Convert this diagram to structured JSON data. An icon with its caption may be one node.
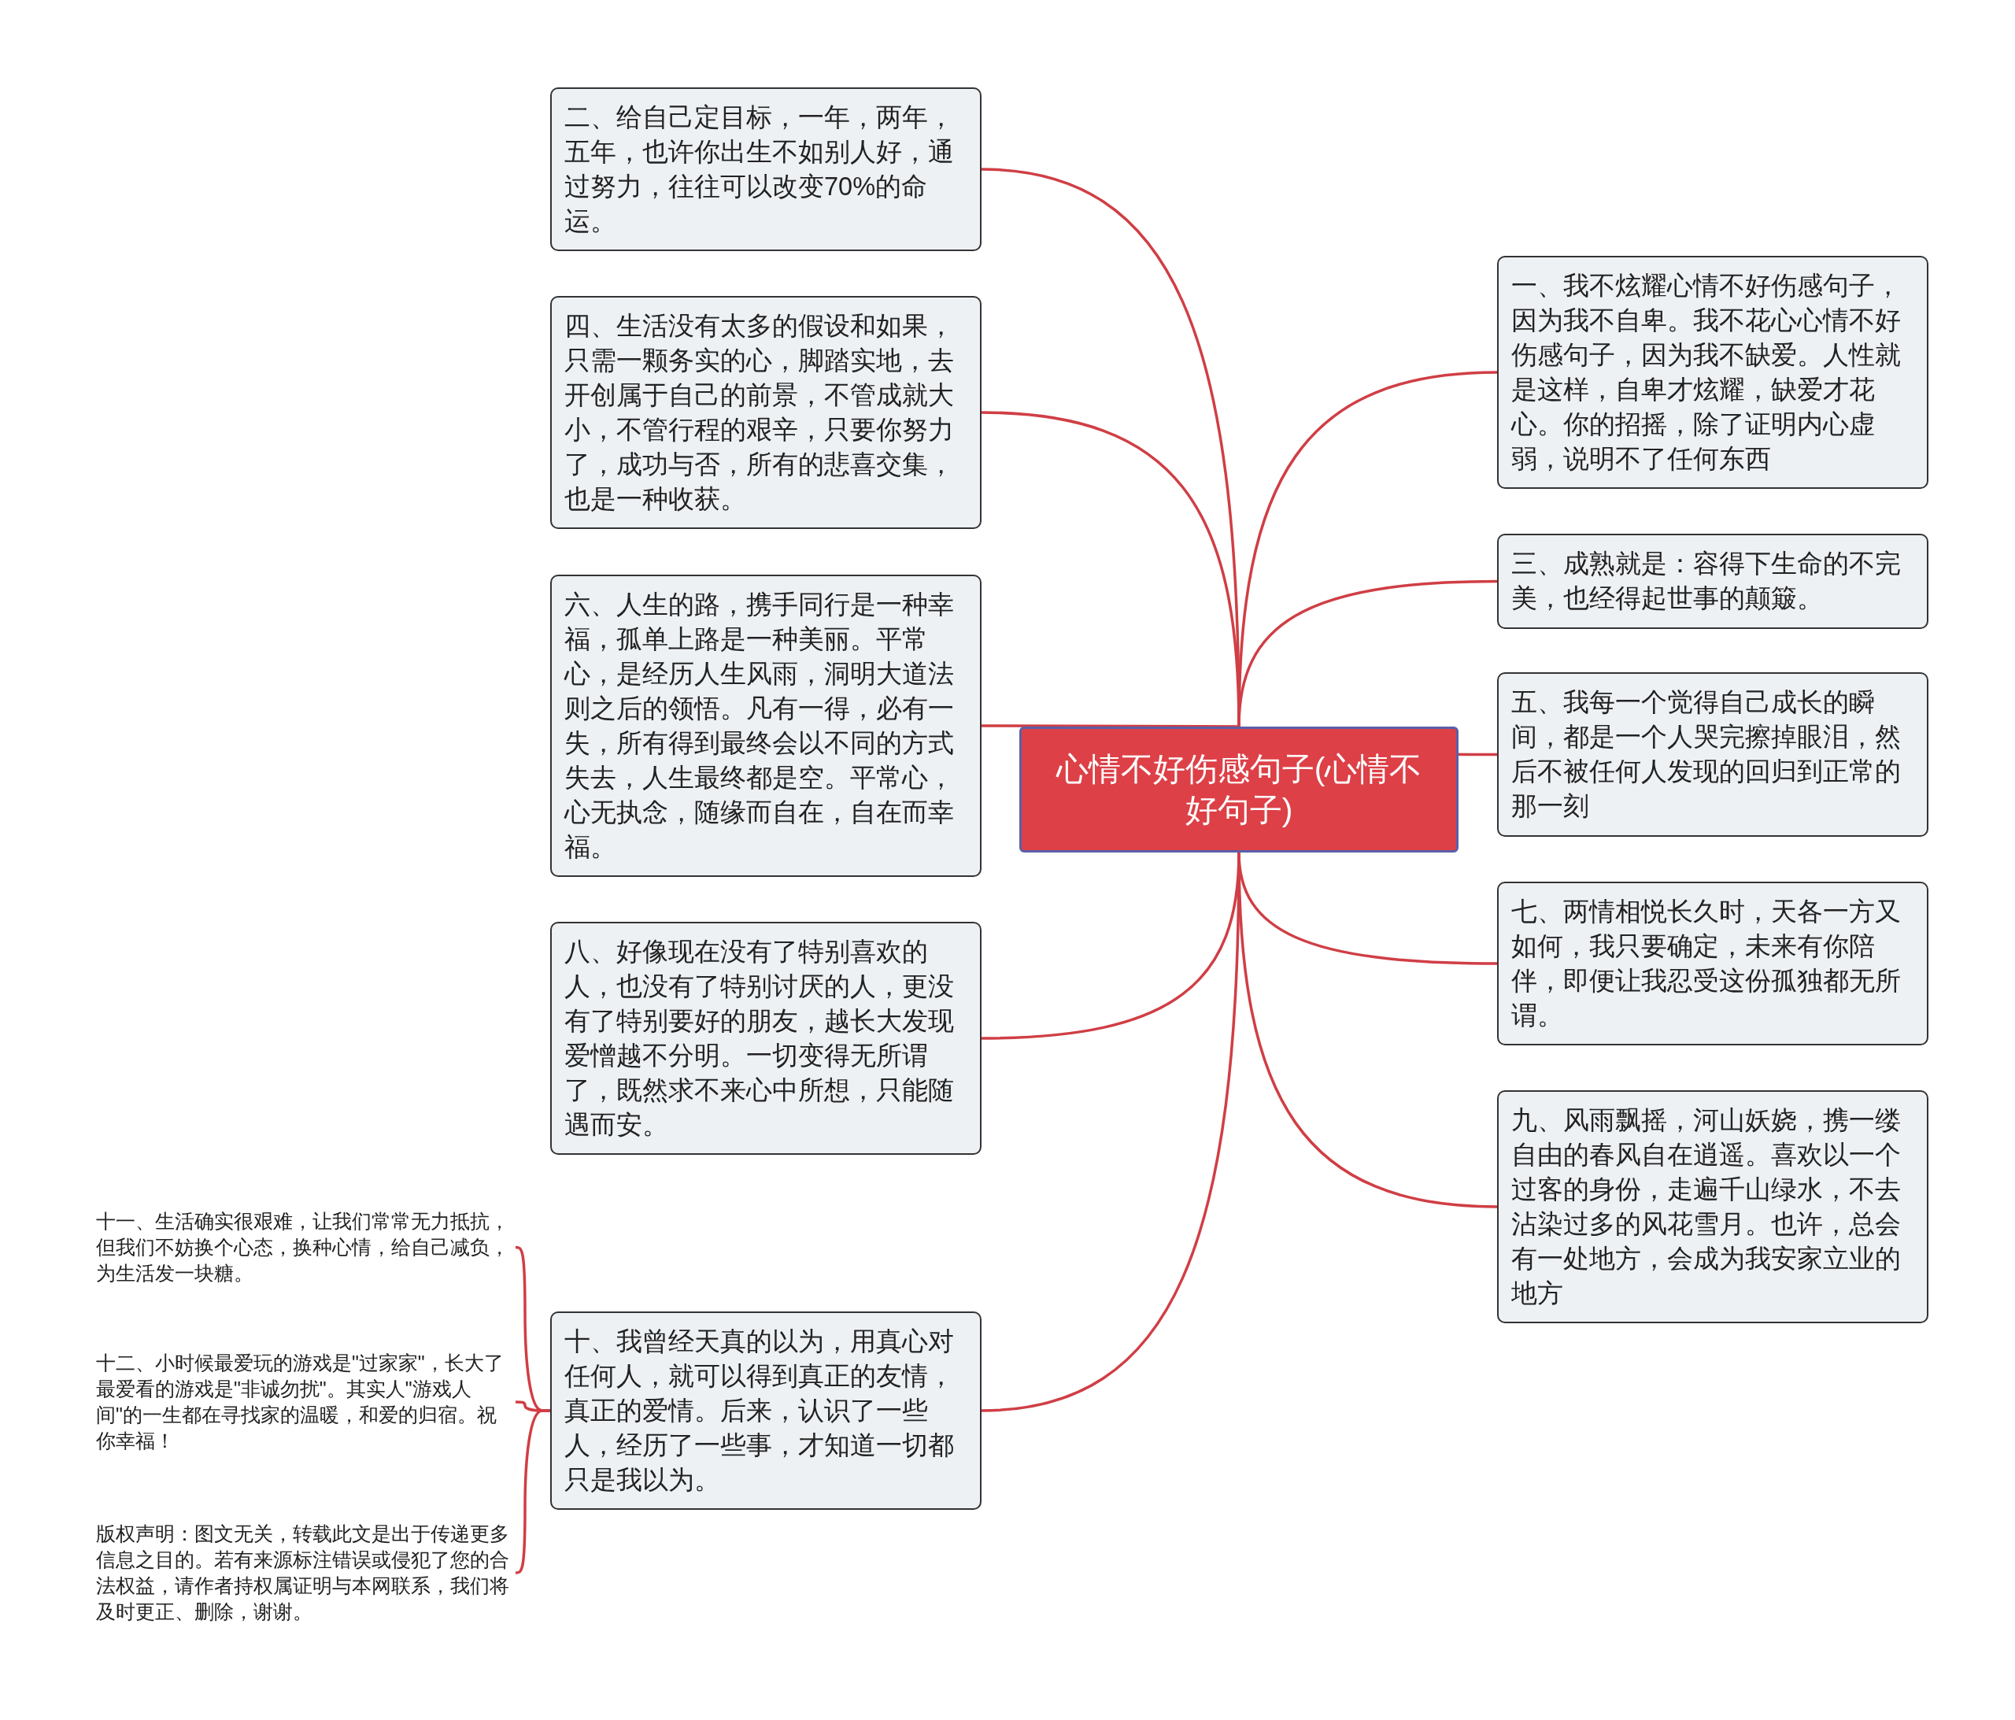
{
  "diagram": {
    "nodes": [
      {
        "text": [
          "心情不好伤感句子(心情不好句子)"
        ]
      },
      {
        "text": [
          "一、我不炫耀心情不好伤感句子，因为我不自卑。我不花心心情不好伤感句子，因为我不缺爱。人性就是这样，自卑才炫耀，缺爱才花心。你的招摇，除了证明内心虚弱，说明不了任何东西"
        ]
      },
      {
        "text": [
          "二、给自己定目标，一年，两年，五年，也许你出生不如别人好，通过努力，往往可以改变70%的命运。"
        ]
      },
      {
        "text": [
          "三、成熟就是：容得下生命的不完美，也经得起世事的颠簸。"
        ]
      },
      {
        "text": [
          "四、生活没有太多的假设和如果，只需一颗务实的心，脚踏实地，去开创属于自己的前景，不管成就大小，不管行程的艰辛，只要你努力了，成功与否，所有的悲喜交集，也是一种收获。"
        ]
      },
      {
        "text": [
          "五、我每一个觉得自己成长的瞬间，都是一个人哭完擦掉眼泪，然后不被任何人发现的回归到正常的那一刻"
        ]
      },
      {
        "text": [
          "六、人生的路，携手同行是一种幸福，孤单上路是一种美丽。平常心，是经历人生风雨，洞明大道法则之后的领悟。凡有一得，必有一失，所有得到最终会以不同的方式失去，人生最终都是空。平常心，心无执念，随缘而自在，自在而幸福。"
        ]
      },
      {
        "text": [
          "七、两情相悦长久时，天各一方又如何，我只要确定，未来有你陪伴，即便让我忍受这份孤独都无所谓。"
        ]
      },
      {
        "text": [
          "八、好像现在没有了特别喜欢的人，也没有了特别讨厌的人，更没有了特别要好的朋友，越长大发现爱憎越不分明。一切变得无所谓了，既然求不来心中所想，只能随遇而安。"
        ]
      },
      {
        "text": [
          "九、风雨飘摇，河山妖娆，携一缕自由的春风自在逍遥。喜欢以一个过客的身份，走遍千山绿水，不去沾染过多的风花雪月。也许，总会有一处地方，会成为我安家立业的地方"
        ]
      },
      {
        "text": [
          "十、我曾经天真的以为，用真心对任何人，就可以得到真正的友情，真正的爱情。后来，认识了一些人，经历了一些事，才知道一切都只是我以为。"
        ]
      },
      {
        "text": [
          "十一、生活确实很艰难，让我们常常无力抵抗，但我们不妨换个心态，换种心情，给自己减负，为生活发一块糖。"
        ]
      },
      {
        "text": [
          "十二、小时候最爱玩的游戏是\"过家家\"，长大了最爱看的游戏是\"非诚勿扰\"。其实人\"游戏人间\"的一生都在寻找家的温暖，和爱的归宿。祝你幸福！"
        ]
      },
      {
        "text": [
          "版权声明：图文无关，转载此文是出于传递更多信息之目的。若有来源标注错误或侵犯了您的合法权益，请作者持权属证明与本网联系，我们将及时更正、删除，谢谢。"
        ]
      }
    ],
    "edges": [
      {
        "from": 0,
        "to": 1,
        "arrow": "none"
      },
      {
        "from": 0,
        "to": 2,
        "arrow": "none"
      },
      {
        "from": 0,
        "to": 3,
        "arrow": "none"
      },
      {
        "from": 0,
        "to": 4,
        "arrow": "none"
      },
      {
        "from": 0,
        "to": 5,
        "arrow": "none"
      },
      {
        "from": 0,
        "to": 6,
        "arrow": "none"
      },
      {
        "from": 0,
        "to": 7,
        "arrow": "none"
      },
      {
        "from": 0,
        "to": 8,
        "arrow": "none"
      },
      {
        "from": 0,
        "to": 9,
        "arrow": "none"
      },
      {
        "from": 0,
        "to": 10,
        "arrow": "none"
      },
      {
        "from": 10,
        "to": 11,
        "arrow": "none"
      },
      {
        "from": 10,
        "to": 12,
        "arrow": "none"
      },
      {
        "from": 10,
        "to": 13,
        "arrow": "none"
      }
    ]
  }
}
